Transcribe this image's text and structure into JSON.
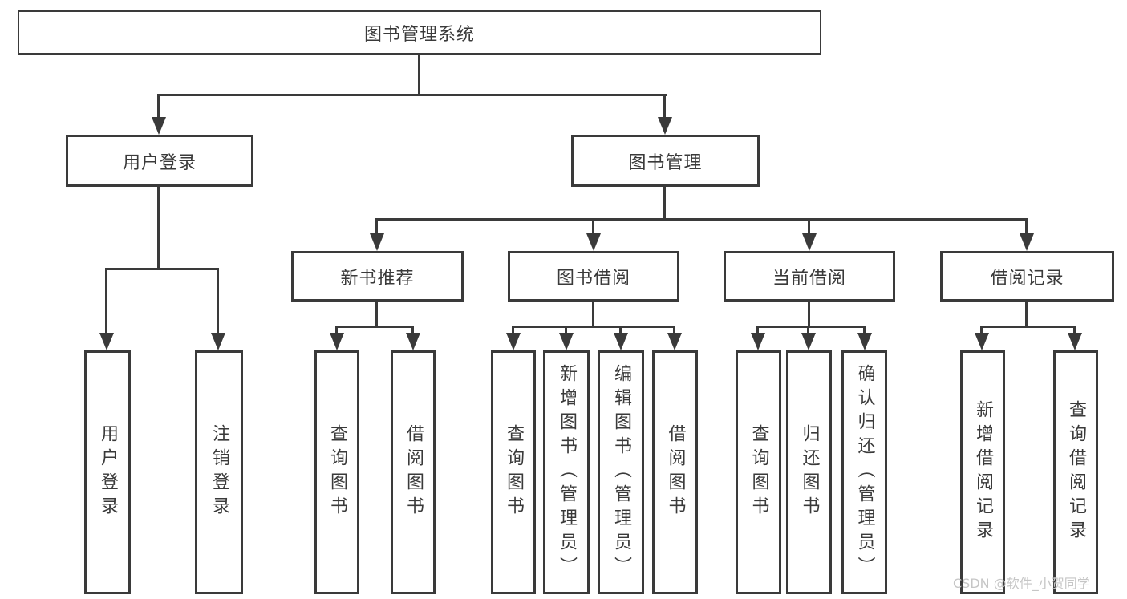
{
  "diagram": {
    "root": "图书管理系统",
    "user_login": {
      "label": "用户登录",
      "children": [
        "用户登录",
        "注销登录"
      ]
    },
    "book_mgmt": {
      "label": "图书管理",
      "groups": [
        {
          "label": "新书推荐",
          "children": [
            "查询图书",
            "借阅图书"
          ]
        },
        {
          "label": "图书借阅",
          "children": [
            "查询图书",
            "新增图书（管理员）",
            "编辑图书（管理员）",
            "借阅图书"
          ]
        },
        {
          "label": "当前借阅",
          "children": [
            "查询图书",
            "归还图书",
            "确认归还（管理员）"
          ]
        },
        {
          "label": "借阅记录",
          "children": [
            "新增借阅记录",
            "查询借阅记录"
          ]
        }
      ]
    },
    "watermark": "CSDN @软件_小贺同学"
  },
  "colors": {
    "line": "#3a3a3a",
    "text": "#3a3a3a",
    "watermark": "#c6c6c6",
    "background": "#ffffff"
  }
}
